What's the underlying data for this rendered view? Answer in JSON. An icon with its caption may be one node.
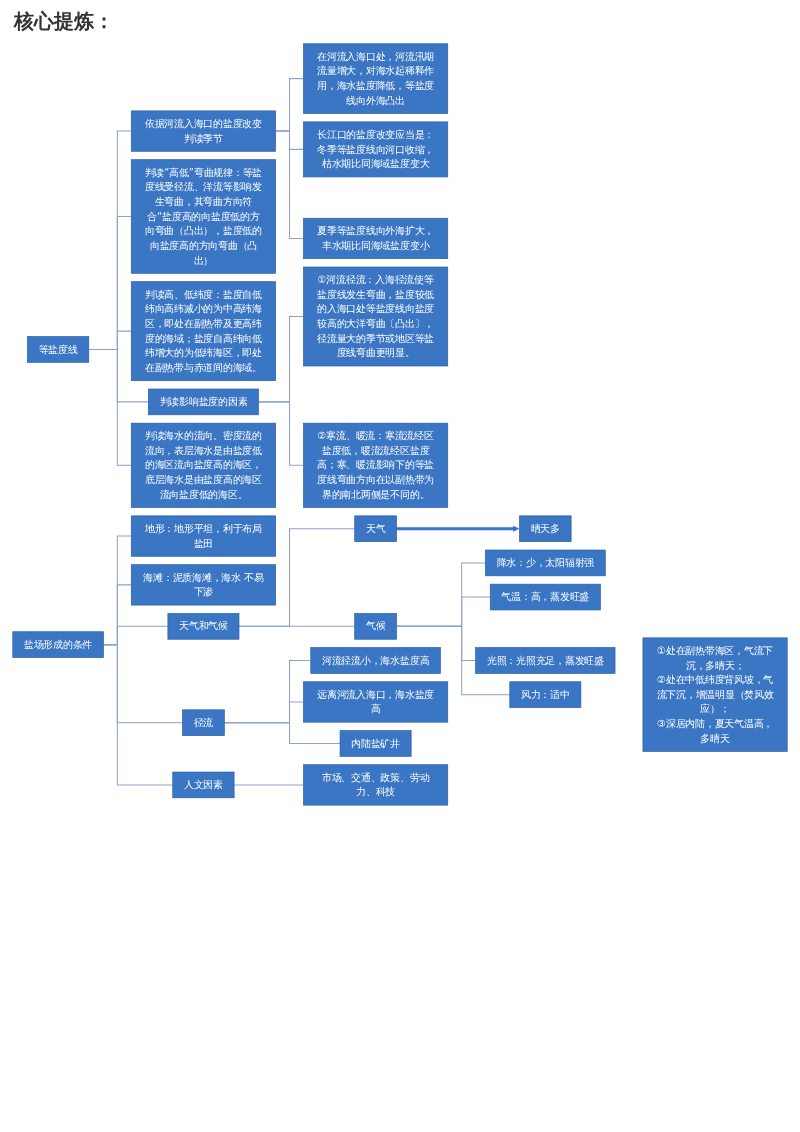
{
  "diagram": {
    "title": "核心提炼：",
    "nodes": [
      {
        "text": [
          "等盐度线"
        ]
      },
      {
        "text": [
          "依据河流入海口的盐度改变判读季节"
        ]
      },
      {
        "text": [
          "在河流入海口处，河流汛期流量增大，对海水起稀释作用，海水盐度降低，等盐度线向外海凸出"
        ]
      },
      {
        "text": [
          "长江口的盐度改变应当是：冬季等盐度线向河口收缩，枯水期比同海域盐度变大"
        ]
      },
      {
        "text": [
          "夏季等盐度线向外海扩大，丰水期比同海域盐度变小"
        ]
      },
      {
        "text": [
          "判读“高低”弯曲规律：等盐度线受径流、洋流等影响发生弯曲，其弯曲方向符合“盐度高的向盐度低的方向弯曲（凸出），盐度低的向盐度高的方向弯曲（凸出）"
        ]
      },
      {
        "text": [
          "判读高、低纬度：盐度自低纬向高纬减小的为中高纬海区，即处在副热带及更高纬度的海域；盐度自高纬向低纬增大的为低纬海区，即处在副热带与赤道间的海域。"
        ]
      },
      {
        "text": [
          "判读影响盐度的因素"
        ]
      },
      {
        "text": [
          "①河流径流：入海径流使等盐度线发生弯曲，盐度较低的入海口处等盐度线向盐度较高的大洋弯曲〔凸出〕，径流量大的季节或地区等盐度线弯曲更明显。"
        ]
      },
      {
        "text": [
          "②寒流、暖流：寒流流经区盐度低，暖流流经区盐度高；寒、暖流影响下的等盐度线弯曲方向在以副热带为界的南北两侧是不同的。"
        ]
      },
      {
        "text": [
          "判读海水的流向。密度流的流向，表层海水是由盐度低的海区流向盐度高的海区，底层海水是由盐度高的海区流向盐度低的海区。"
        ]
      },
      {
        "text": [
          "盐场形成的条件"
        ]
      },
      {
        "text": [
          "地形：地形平坦，利于布局盐田"
        ]
      },
      {
        "text": [
          "海滩：泥质海滩，海水 不易下渗"
        ]
      },
      {
        "text": [
          "天气和气候"
        ]
      },
      {
        "text": [
          "天气"
        ]
      },
      {
        "text": [
          "晴天多"
        ]
      },
      {
        "text": [
          "气候"
        ]
      },
      {
        "text": [
          "降水：少，太阳辐射强"
        ]
      },
      {
        "text": [
          "气温：高，蒸发旺盛"
        ]
      },
      {
        "text": [
          "光照：光照充足，蒸发旺盛"
        ]
      },
      {
        "text": [
          "风力：适中"
        ]
      },
      {
        "text": [
          "径流"
        ]
      },
      {
        "text": [
          "河流径流小，海水盐度高"
        ]
      },
      {
        "text": [
          "远离河流入海口，海水盐度高"
        ]
      },
      {
        "text": [
          "内陆盐矿井"
        ]
      },
      {
        "text": [
          "人文因素"
        ]
      },
      {
        "text": [
          "市场、交通、政策、劳动力、科技"
        ]
      },
      {
        "text": [
          "①处在副热带海区，气流下沉，多晴天；",
          "②处在中低纬度背风坡，气流下沉，增温明显（焚风效应）；",
          "③深居内陆，夏天气温高，多晴天"
        ]
      }
    ],
    "edges": [
      {
        "from": 0,
        "to": 1,
        "arrow": "none"
      },
      {
        "from": 1,
        "to": 2,
        "arrow": "none"
      },
      {
        "from": 1,
        "to": 3,
        "arrow": "none"
      },
      {
        "from": 1,
        "to": 4,
        "arrow": "none"
      },
      {
        "from": 0,
        "to": 5,
        "arrow": "none"
      },
      {
        "from": 0,
        "to": 6,
        "arrow": "none"
      },
      {
        "from": 0,
        "to": 7,
        "arrow": "none"
      },
      {
        "from": 7,
        "to": 8,
        "arrow": "none"
      },
      {
        "from": 7,
        "to": 9,
        "arrow": "none"
      },
      {
        "from": 0,
        "to": 10,
        "arrow": "none"
      },
      {
        "from": 11,
        "to": 12,
        "arrow": "none"
      },
      {
        "from": 11,
        "to": 13,
        "arrow": "none"
      },
      {
        "from": 11,
        "to": 14,
        "arrow": "none"
      },
      {
        "from": 14,
        "to": 15,
        "arrow": "none"
      },
      {
        "from": 15,
        "to": 16,
        "arrow": "to",
        "style": "thick",
        "color": "#3a76c4"
      },
      {
        "from": 14,
        "to": 17,
        "arrow": "none"
      },
      {
        "from": 17,
        "to": 18,
        "arrow": "none"
      },
      {
        "from": 17,
        "to": 19,
        "arrow": "none"
      },
      {
        "from": 17,
        "to": 20,
        "arrow": "none"
      },
      {
        "from": 17,
        "to": 21,
        "arrow": "none"
      },
      {
        "from": 11,
        "to": 22,
        "arrow": "none"
      },
      {
        "from": 22,
        "to": 23,
        "arrow": "none"
      },
      {
        "from": 22,
        "to": 24,
        "arrow": "none"
      },
      {
        "from": 22,
        "to": 25,
        "arrow": "none"
      },
      {
        "from": 11,
        "to": 26,
        "arrow": "none"
      },
      {
        "from": 26,
        "to": 27,
        "arrow": "none"
      }
    ]
  }
}
